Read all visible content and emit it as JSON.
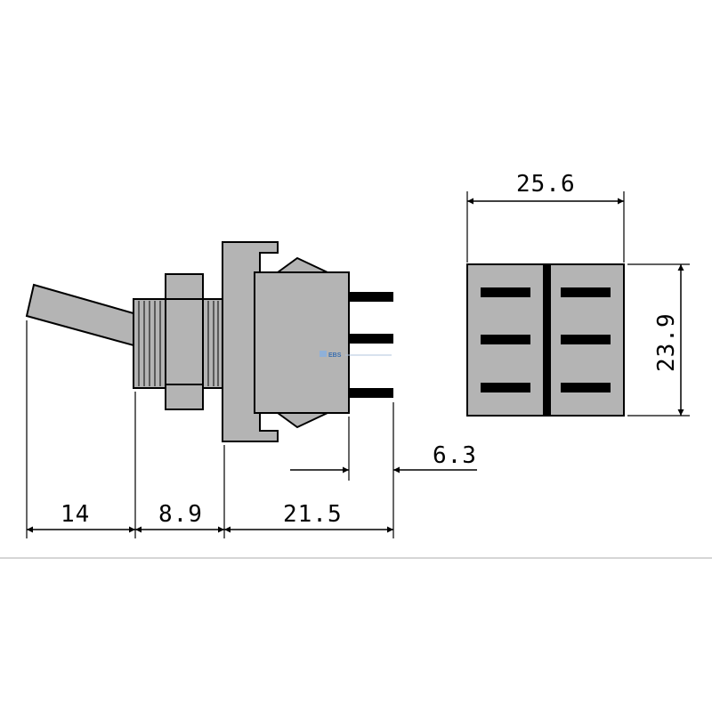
{
  "dimensions": {
    "lever_length": "14",
    "bushing_length": "8.9",
    "body_length": "21.5",
    "terminal_length": "6.3",
    "body_width": "25.6",
    "body_height": "23.9"
  },
  "watermark": {
    "text": "EBS"
  },
  "colors": {
    "body_fill": "#b4b4b4",
    "outline": "#000000",
    "terminal": "#000000",
    "divider_line": "#c8c8c8"
  }
}
